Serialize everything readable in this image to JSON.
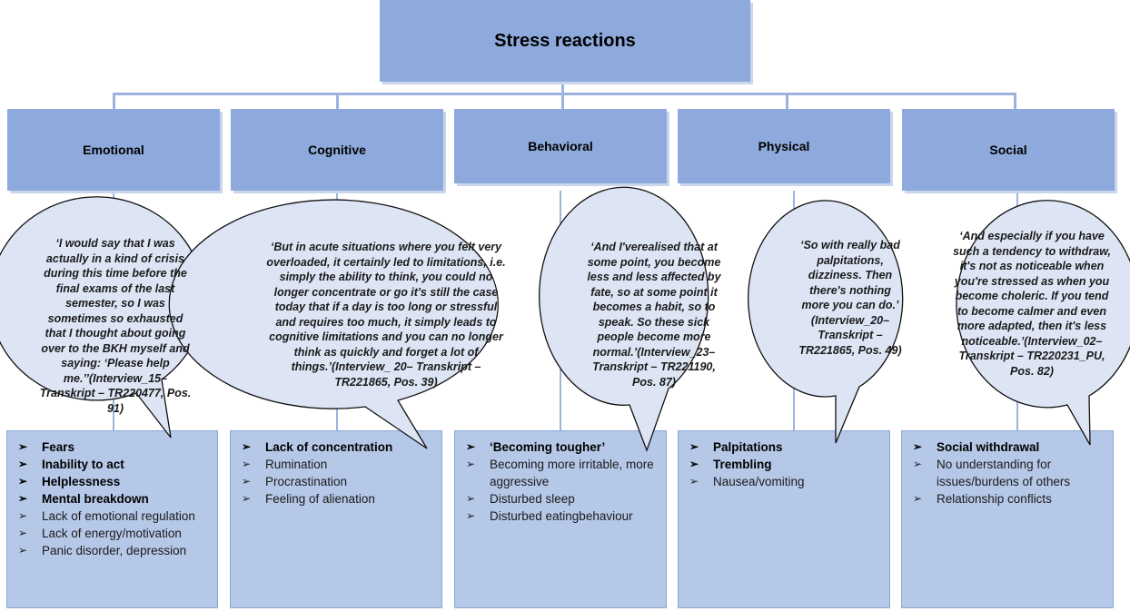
{
  "root": "Stress reactions",
  "categories": [
    {
      "title": "Emotional",
      "quote": "‘I would say that I was actually in a kind of crisis during this time before the final exams of the last semester, so I was sometimes so exhausted that I thought about going over to the BKH myself and saying: ‘Please help me.’’(Interview_15–Transkript – TR220477, Pos. 91)",
      "items": [
        {
          "text": "Fears",
          "bold": true
        },
        {
          "text": "Inability to act",
          "bold": true
        },
        {
          "text": "Helplessness",
          "bold": true
        },
        {
          "text": "Mental breakdown",
          "bold": true
        },
        {
          "text": "Lack of emotional regulation",
          "bold": false
        },
        {
          "text": "Lack of energy/motivation",
          "bold": false
        },
        {
          "text": "Panic disorder, depression",
          "bold": false
        }
      ]
    },
    {
      "title": "Cognitive",
      "quote": "‘But in acute situations where you felt very overloaded, it certainly led to limitations, i.e. simply the ability to think, you could no longer concentrate or go it's still the case today that if a day is too long or stressful and requires too much, it simply leads to cognitive limitations and you can no longer think as quickly and forget a lot of things.’(Interview_ 20– Transkript – TR221865, Pos. 39)",
      "items": [
        {
          "text": "Lack of concentration",
          "bold": true
        },
        {
          "text": "Rumination",
          "bold": false
        },
        {
          "text": "Procrastination",
          "bold": false
        },
        {
          "text": "Feeling of alienation",
          "bold": false
        }
      ]
    },
    {
      "title": "Behavioral",
      "quote": "‘And I'verealised that at some point, you become less and less affected by fate, so at some point it becomes a habit, so to speak. So these sick people become more normal.’(Interview_23–Transkript – TR221190, Pos. 87)",
      "items": [
        {
          "text": "‘Becoming tougher’",
          "bold": true
        },
        {
          "text": "Becoming more irritable, more aggressive",
          "bold": false
        },
        {
          "text": "Disturbed sleep",
          "bold": false
        },
        {
          "text": "Disturbed eatingbehaviour",
          "bold": false
        }
      ]
    },
    {
      "title": "Physical",
      "quote": "‘So with really bad palpitations, dizziness. Then there's nothing more you can do.’ (Interview_20–Transkript – TR221865, Pos. 49)",
      "items": [
        {
          "text": "Palpitations",
          "bold": true
        },
        {
          "text": "Trembling",
          "bold": true
        },
        {
          "text": "Nausea/vomiting",
          "bold": false
        }
      ]
    },
    {
      "title": "Social",
      "quote": "‘And especially if you have such a tendency to withdraw, it's not as noticeable when you're stressed as when you become choleric. If you tend to become calmer and even more adapted, then it's less noticeable.’(Interview_02–Transkript – TR220231_PU, Pos. 82)",
      "items": [
        {
          "text": "Social withdrawal",
          "bold": true
        },
        {
          "text": "No understanding for issues/burdens of others",
          "bold": false
        },
        {
          "text": "Relationship conflicts",
          "bold": false
        }
      ]
    }
  ]
}
